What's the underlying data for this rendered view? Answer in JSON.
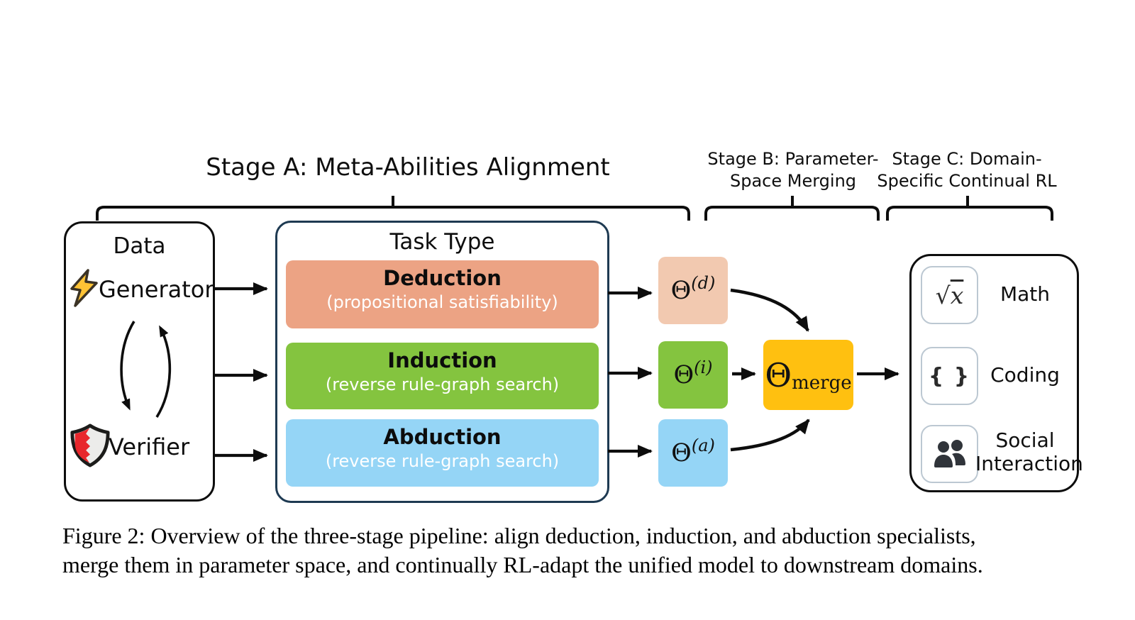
{
  "diagram": {
    "stages": {
      "a": {
        "label": "Stage A: Meta-Abilities Alignment"
      },
      "b": {
        "line1": "Stage B: Parameter-",
        "line2": "Space Merging"
      },
      "c": {
        "line1": "Stage C: Domain-",
        "line2": "Specific Continual RL"
      }
    },
    "data_box": {
      "title": "Data",
      "generator_label": "Generator",
      "verifier_label": "Verifier",
      "icons": {
        "generator": "lightning-bolt",
        "verifier": "shield",
        "loop": "cycle-arrows"
      }
    },
    "task_box": {
      "title": "Task Type",
      "rows": [
        {
          "name": "Deduction",
          "subtitle": "(propositional satisfiability)",
          "color": "#eca384"
        },
        {
          "name": "Induction",
          "subtitle": "(reverse rule-graph search)",
          "color": "#84c43f"
        },
        {
          "name": "Abduction",
          "subtitle": "(reverse rule-graph search)",
          "color": "#95d5f6"
        }
      ]
    },
    "theta_boxes": [
      {
        "base": "Θ",
        "sup": "(d)",
        "color": "#f2c9b0"
      },
      {
        "base": "Θ",
        "sup": "(i)",
        "color": "#84c43f"
      },
      {
        "base": "Θ",
        "sup": "(a)",
        "color": "#95d5f6"
      }
    ],
    "merge_box": {
      "base": "Θ",
      "sub": "merge",
      "color": "#ffc010"
    },
    "domain_box": {
      "rows": [
        {
          "icon": "sqrt-x-icon",
          "radical": "√",
          "operand": "x",
          "label": "Math"
        },
        {
          "icon": "curly-braces-icon",
          "glyph": "{ }",
          "label": "Coding"
        },
        {
          "icon": "people-icon",
          "label_line1": "Social",
          "label_line2": "Interaction"
        }
      ]
    },
    "accent_colors": {
      "task_box_border": "#1e3a52",
      "box_border": "#0d0d0d",
      "merge_fill": "#ffc010",
      "bolt_yellow": "#ffc335",
      "shield_red": "#e8272c"
    }
  },
  "caption": {
    "line1": "Figure 2: Overview of the three-stage pipeline: align deduction, induction, and abduction specialists,",
    "line2": "merge them in parameter space, and continually RL-adapt the unified model to downstream domains."
  }
}
